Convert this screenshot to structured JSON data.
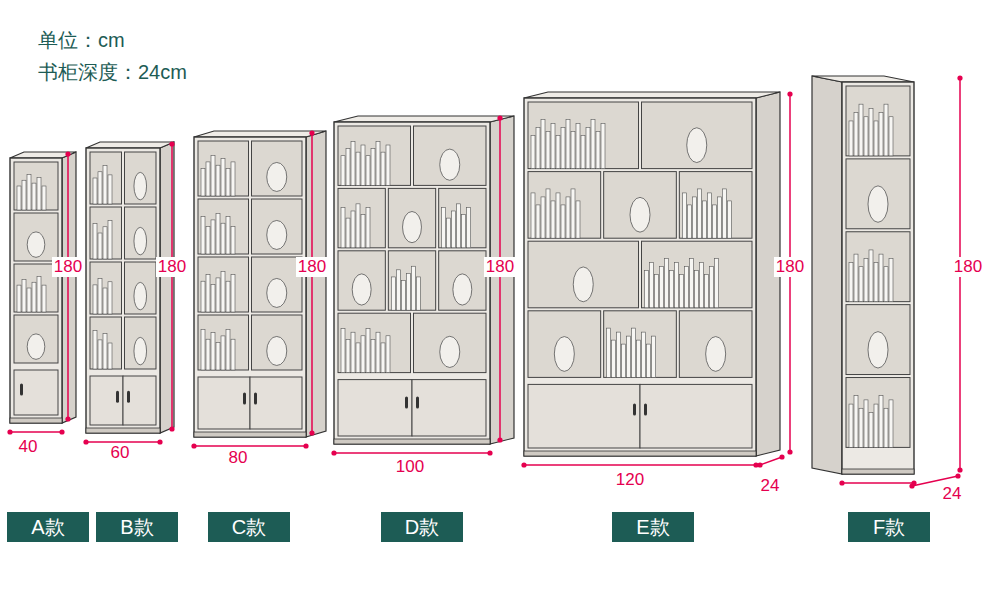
{
  "diagram": {
    "nodes": [
      {
        "text": [
          "A款"
        ]
      },
      {
        "text": [
          "B款"
        ]
      },
      {
        "text": [
          "C款"
        ]
      },
      {
        "text": [
          "D款"
        ]
      },
      {
        "text": [
          "E款"
        ]
      },
      {
        "text": [
          "F款"
        ]
      }
    ],
    "labels": [
      "单位：cm",
      "书柜深度：24cm",
      "180",
      "180",
      "180",
      "180",
      "180",
      "180",
      "40",
      "60",
      "80",
      "100",
      "120",
      "24",
      "24"
    ]
  }
}
